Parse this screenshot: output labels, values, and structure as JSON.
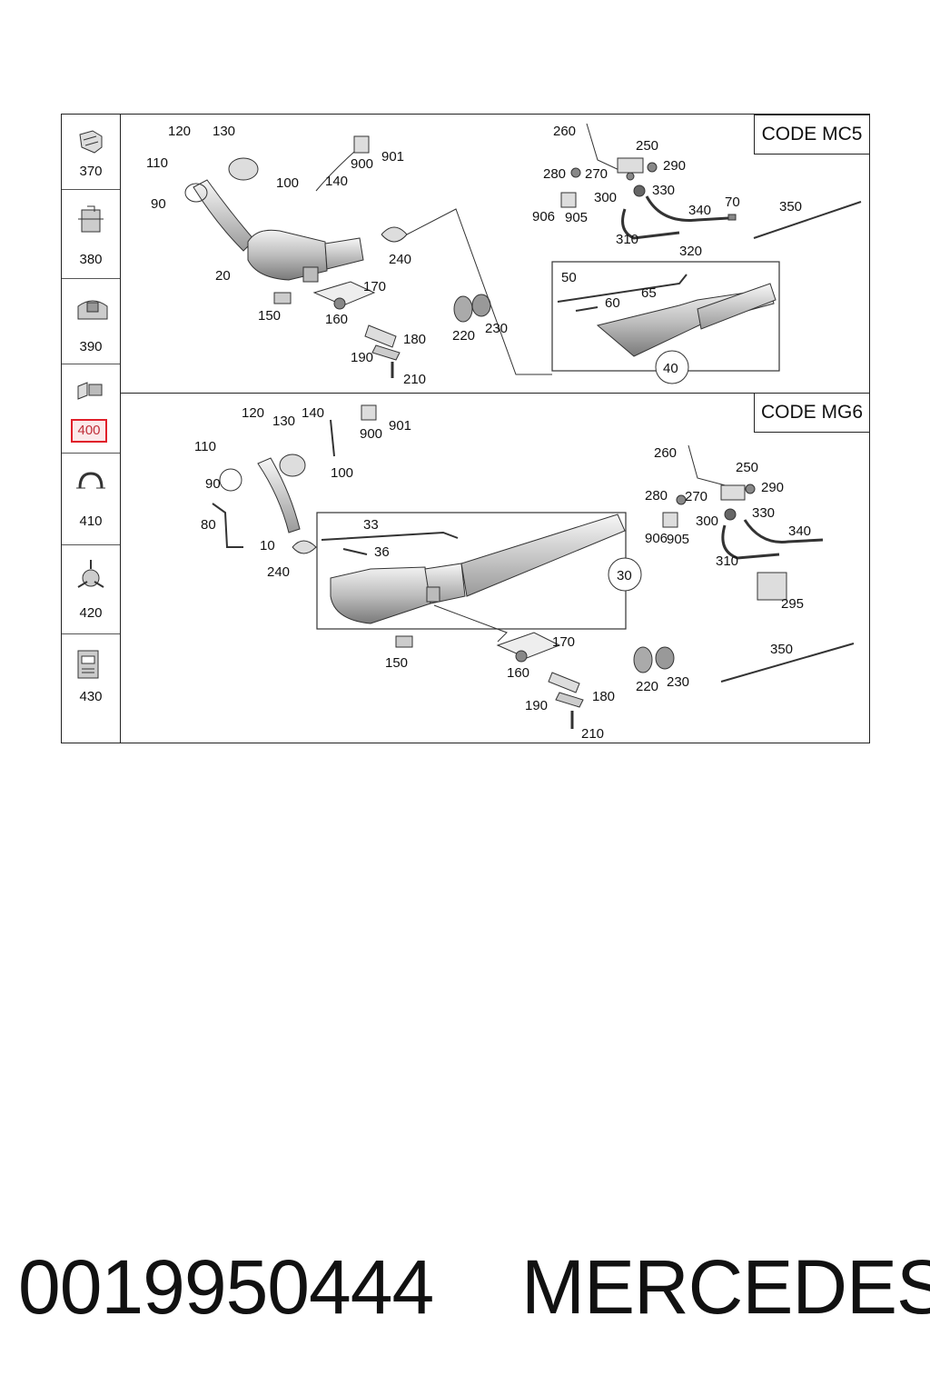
{
  "sidebar": {
    "items": [
      {
        "label": "370",
        "icon": "clamp-bracket-icon"
      },
      {
        "label": "380",
        "icon": "mounting-clip-icon"
      },
      {
        "label": "390",
        "icon": "heat-shield-icon"
      },
      {
        "label": "400",
        "icon": "exhaust-hanger-icon",
        "selected": true
      },
      {
        "label": "410",
        "icon": "pipe-clamp-icon"
      },
      {
        "label": "420",
        "icon": "sensor-holder-icon"
      },
      {
        "label": "430",
        "icon": "connector-block-icon"
      }
    ],
    "highlight_color": "#e0202a"
  },
  "panels": {
    "top": {
      "code": "CODE MC5",
      "inset_callout": "40",
      "labels": [
        "120",
        "130",
        "110",
        "90",
        "100",
        "140",
        "900",
        "901",
        "20",
        "240",
        "170",
        "150",
        "160",
        "180",
        "190",
        "210",
        "220",
        "230",
        "260",
        "250",
        "280",
        "270",
        "290",
        "906",
        "905",
        "300",
        "330",
        "340",
        "70",
        "350",
        "310",
        "320",
        "50",
        "60",
        "65"
      ]
    },
    "bottom": {
      "code": "CODE MG6",
      "inset_callout": "30",
      "labels": [
        "120",
        "130",
        "140",
        "900",
        "901",
        "110",
        "100",
        "90",
        "80",
        "10",
        "240",
        "33",
        "36",
        "260",
        "250",
        "280",
        "270",
        "290",
        "906",
        "905",
        "300",
        "330",
        "340",
        "310",
        "295",
        "150",
        "170",
        "160",
        "180",
        "190",
        "210",
        "220",
        "230",
        "350"
      ]
    }
  },
  "footer": {
    "part_number": "0019950444",
    "brand": "MERCEDES"
  }
}
